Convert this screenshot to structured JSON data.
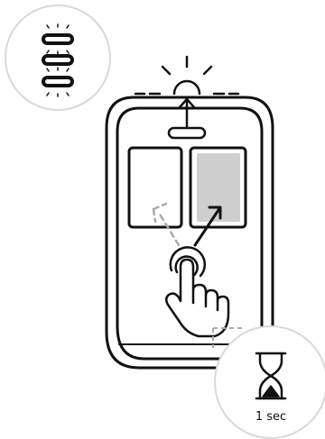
{
  "diagram": {
    "timer": {
      "label": "1 sec",
      "icon": "hourglass-icon"
    },
    "indicator": {
      "icon": "blinking-leds-icon",
      "led_count": 3
    },
    "remote": {
      "icon": "remote-control-icon",
      "pressed_button": "right",
      "buttons": [
        "left",
        "right"
      ]
    },
    "colors": {
      "stroke": "#111111",
      "pressed_fill": "#cfcfcf",
      "circle_outline": "#d9d9d9",
      "background": "#ffffff"
    }
  }
}
